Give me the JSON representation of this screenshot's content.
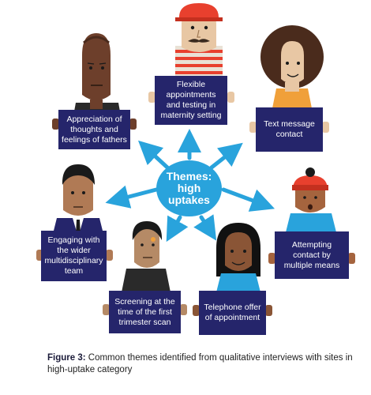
{
  "center": {
    "line1": "Themes:",
    "line2": "high",
    "line3": "uptakes"
  },
  "signs": {
    "flexible": [
      "Flexible",
      "appointments",
      "and testing in",
      "maternity setting"
    ],
    "fathers": [
      "Appreciation of",
      "thoughts and",
      "feelings of fathers"
    ],
    "text": [
      "Text message",
      "contact"
    ],
    "engaging": [
      "Engaging with",
      "the wider",
      "multidisciplinary",
      "team"
    ],
    "attempting": [
      "Attempting",
      "contact by",
      "multiple means"
    ],
    "screening": [
      "Screening at the",
      "time of the first",
      "trimester scan"
    ],
    "telephone": [
      "Telephone offer",
      "of appointment"
    ]
  },
  "caption": {
    "label": "Figure 3:",
    "text": " Common themes identified from qualitative interviews with sites in high-uptake category"
  },
  "colors": {
    "sign": "#25256b",
    "accent": "#29a3dc",
    "hat_red": "#e8402e",
    "skin_dark": "#6d3f2b",
    "skin_light": "#e8c7a4"
  }
}
